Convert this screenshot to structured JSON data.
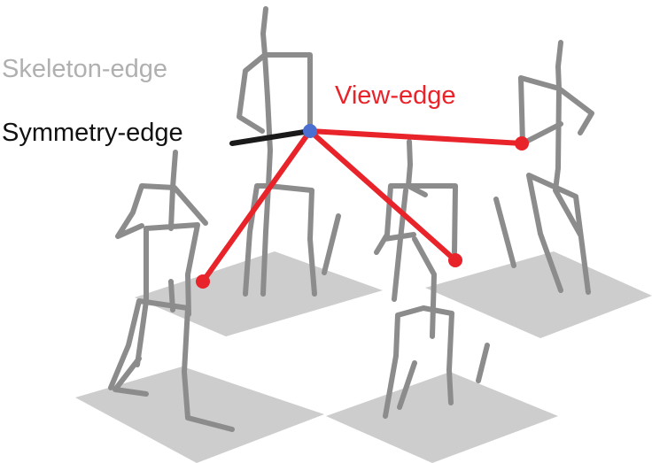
{
  "labels": {
    "skeleton_edge": "Skeleton-edge",
    "symmetry_edge": "Symmetry-edge",
    "view_edge": "View-edge"
  },
  "colors": {
    "skeleton": "#8c8c8c",
    "symmetry": "#1a1a1a",
    "view": "#e8232a",
    "center_node": "#4a6fd0",
    "floor": "#cdcdcd",
    "skeleton_label": "#b0b0b0",
    "symmetry_label": "#111111",
    "view_label": "#e8232a"
  }
}
